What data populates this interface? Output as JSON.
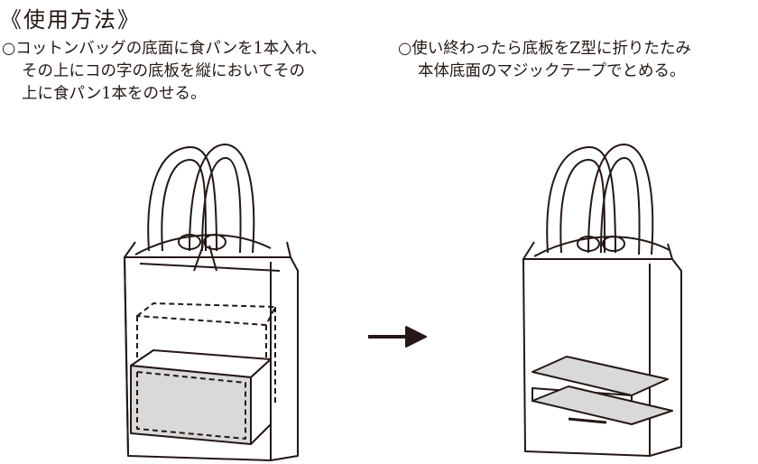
{
  "title": "《使用方法》",
  "steps": [
    {
      "lines": [
        "○コットンバッグの底面に食パンを1本入れ、",
        "その上にコの字の底板を縦においてその",
        "上に食パン1本をのせる。"
      ]
    },
    {
      "lines": [
        "○使い終わったら底板をZ型に折りたたみ",
        "本体底面のマジックテープでとめる。"
      ]
    }
  ],
  "colors": {
    "ink": "#231815",
    "fill_gray": "#d9d9d9"
  }
}
